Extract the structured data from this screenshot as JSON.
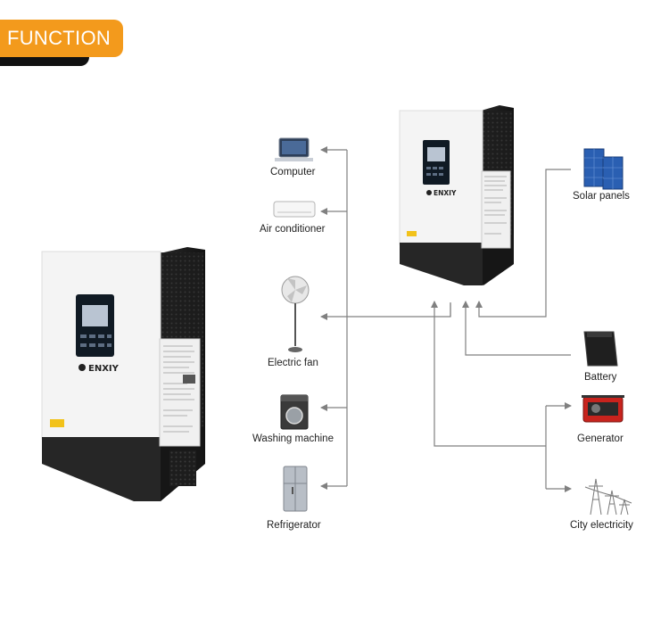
{
  "header": {
    "badge_label": "FUNCTION"
  },
  "inverter": {
    "brand": "ENXIY"
  },
  "loads": [
    {
      "label": "Computer",
      "icon": "computer-icon"
    },
    {
      "label": "Air conditioner",
      "icon": "air-conditioner-icon"
    },
    {
      "label": "Electric fan",
      "icon": "electric-fan-icon"
    },
    {
      "label": "Washing machine",
      "icon": "washing-machine-icon"
    },
    {
      "label": "Refrigerator",
      "icon": "refrigerator-icon"
    }
  ],
  "sources": [
    {
      "label": "Solar panels",
      "icon": "solar-panel-icon"
    },
    {
      "label": "Battery",
      "icon": "battery-icon"
    },
    {
      "label": "Generator",
      "icon": "generator-icon"
    },
    {
      "label": "City electricity",
      "icon": "power-tower-icon"
    }
  ],
  "colors": {
    "badge": "#f39a1c",
    "line": "#808080",
    "device_body": "#f4f4f4",
    "device_dark": "#1c1c1c"
  }
}
